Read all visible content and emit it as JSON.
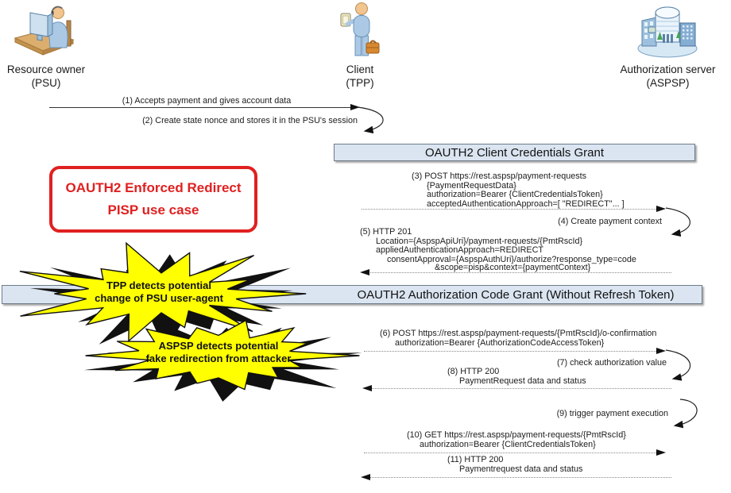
{
  "actors": {
    "psu": {
      "name": "Resource owner",
      "sub": "(PSU)"
    },
    "client": {
      "name": "Client",
      "sub": "(TPP)"
    },
    "aspsp": {
      "name": "Authorization server",
      "sub": "(ASPSP)"
    }
  },
  "sections": {
    "client_credentials": "OAUTH2 Client Credentials Grant",
    "auth_code": "OAUTH2 Authorization Code Grant (Without Refresh Token)"
  },
  "callout": {
    "line1": "OAUTH2 Enforced Redirect",
    "line2": "PISP use case"
  },
  "warnings": {
    "tpp": {
      "line1": "TPP detects potential",
      "line2": "change of PSU user-agent"
    },
    "aspsp": {
      "line1": "ASPSP detects potential",
      "line2": "fake redirection from attacker"
    }
  },
  "messages": {
    "m1": {
      "label": "(1) Accepts payment and gives account data"
    },
    "m2": {
      "label": "(2) Create state nonce and stores it in the PSU's session"
    },
    "m3": {
      "lines": [
        "(3) POST https://rest.aspsp/payment-requests",
        "{PaymentRequestData}",
        "authorization=Bearer {ClientCredentialsToken}",
        "acceptedAuthenticationApproach=[ \"REDIRECT\"... ]"
      ]
    },
    "m4": {
      "label": "(4) Create payment context"
    },
    "m5": {
      "lines": [
        "(5) HTTP 201",
        "Location={AspspApiUri}/payment-requests/{PmtRscId}",
        "appliedAuthenticationApproach=REDIRECT",
        "consentApproval={AspspAuthUri}/authorize?response_type=code",
        "&scope=pisp&context={paymentContext}"
      ]
    },
    "m6": {
      "lines": [
        "(6) POST https://rest.aspsp/payment-requests/{PmtRscId}/o-confirmation",
        "authorization=Bearer {AuthorizationCodeAccessToken}"
      ]
    },
    "m7": {
      "label": "(7) check authorization value"
    },
    "m8": {
      "lines": [
        "(8) HTTP 200",
        "PaymentRequest data and status"
      ]
    },
    "m9": {
      "label": "(9) trigger payment execution"
    },
    "m10": {
      "lines": [
        "(10) GET https://rest.aspsp/payment-requests/{PmtRscId}",
        "authorization=Bearer {ClientCredentialsToken}"
      ]
    },
    "m11": {
      "lines": [
        "(11) HTTP 200",
        "Paymentrequest data and status"
      ]
    }
  },
  "colors": {
    "section_fill": "#dbe5f1",
    "callout_red": "#e02020",
    "starburst_yellow": "#ffff00",
    "arrow_black": "#111111"
  }
}
